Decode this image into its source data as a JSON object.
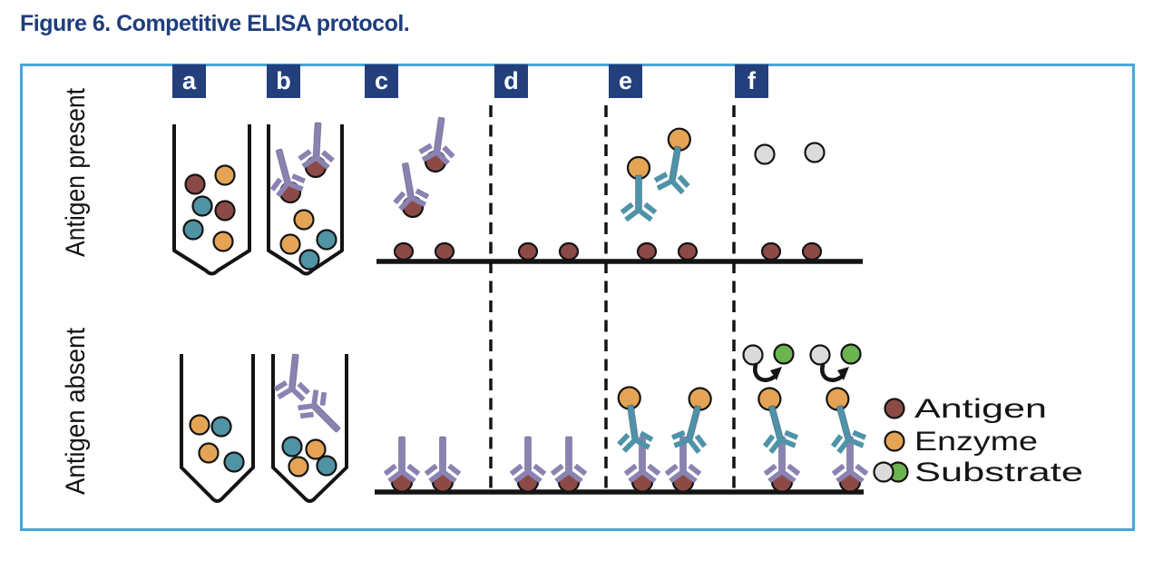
{
  "title": "Figure 6. Competitive ELISA protocol.",
  "rows": [
    {
      "label": "Antigen present"
    },
    {
      "label": "Antigen absent"
    }
  ],
  "columns": [
    {
      "label": "a"
    },
    {
      "label": "b"
    },
    {
      "label": "c"
    },
    {
      "label": "d"
    },
    {
      "label": "e"
    },
    {
      "label": "f"
    }
  ],
  "legend": {
    "items": [
      {
        "label": "Antigen",
        "icon": "antigen-circle",
        "color": "#8C4A47"
      },
      {
        "label": "Enzyme",
        "icon": "enzyme-circle",
        "color": "#E5A455"
      },
      {
        "label": "Substrate",
        "icon": "substrate-circles",
        "color": "#DBDBDB / #6BB44F"
      }
    ]
  },
  "colors": {
    "navy": "#24407C",
    "title-blue": "#1E3D7C",
    "border-blue": "#4AA5D9",
    "antigen": "#8C4A47",
    "enzyme": "#E5A455",
    "teal": "#4F93A4",
    "teal-ab": "#4E93A8",
    "purple": "#8983B2",
    "gray": "#DBDBDB",
    "green": "#6BB44F",
    "ink": "#141414"
  }
}
